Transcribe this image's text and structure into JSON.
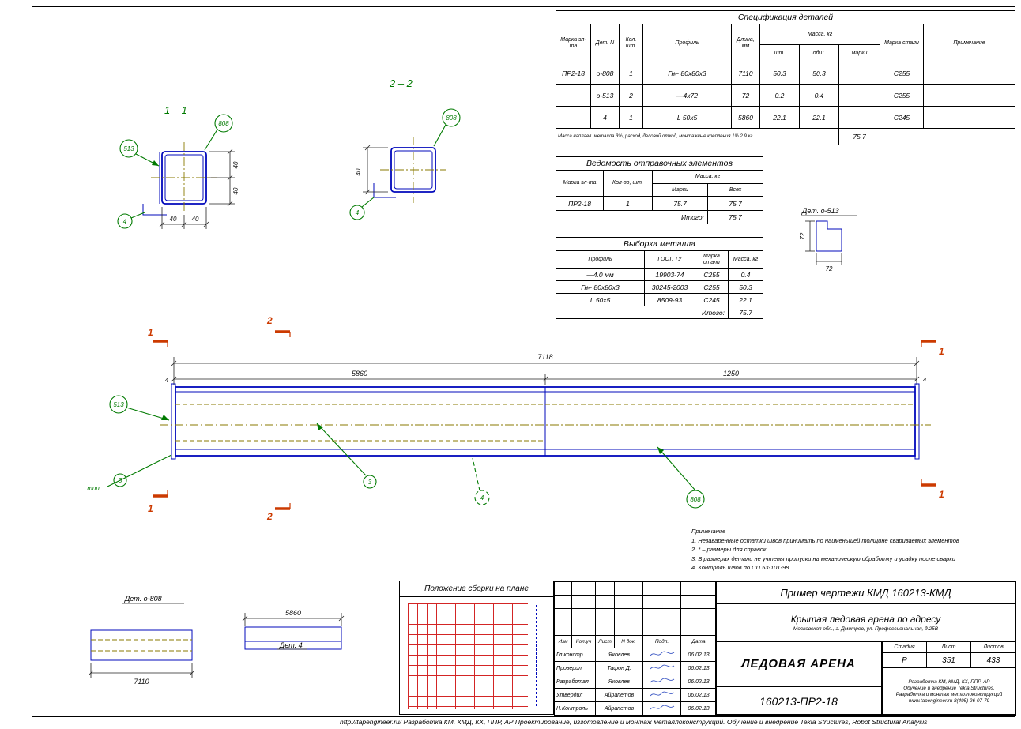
{
  "colors": {
    "line_blue": "#0008bb",
    "leader_green": "#007a00",
    "section_orange": "#cc3a00",
    "centerline_olive": "#8a7a00",
    "plan_grid_red": "#cc0000"
  },
  "footer_strip": "http://tapengineer.ru/   Разработка КМ, КМД, КХ, ППР, АР   Проектирование, изготовление и монтаж металлоконструкций.  Обучение и внедрение Tekla Structures, Robot Structural Analysis",
  "spec": {
    "title": "Спецификация деталей",
    "h": {
      "mark": "Марка эл-та",
      "det": "Дет. N",
      "qty": "Кол. шт.",
      "profile": "Профиль",
      "length": "Длина, мм",
      "mass": "Масса, кг",
      "pcs": "шт.",
      "total": "общ.",
      "marks": "марки",
      "steel": "Марка стали",
      "note": "Примечание"
    },
    "rows": [
      [
        "ПР2-18",
        "о-808",
        "1",
        "Гн⌐ 80х80х3",
        "7110",
        "50.3",
        "50.3",
        "",
        "С255",
        ""
      ],
      [
        "",
        "о-513",
        "2",
        "—4х72",
        "72",
        "0.2",
        "0.4",
        "",
        "С255",
        ""
      ],
      [
        "",
        "4",
        "1",
        "L 50х5",
        "5860",
        "22.1",
        "22.1",
        "",
        "С245",
        ""
      ]
    ],
    "footer_note": "Масса наплавл. металла 3%, расход, деловой отход, монтажные крепления 1%   2.9 кг",
    "footer_total": "75.7"
  },
  "shipping": {
    "title": "Ведомость отправочных элементов",
    "h": {
      "mark": "Марка эл-та",
      "qty": "Кол-во, шт.",
      "mass": "Масса, кг",
      "marks": "Марки",
      "all": "Всех"
    },
    "row": [
      "ПР2-18",
      "1",
      "75.7",
      "75.7"
    ],
    "total_label": "Итого:",
    "total_value": "75.7"
  },
  "metal": {
    "title": "Выборка металла",
    "h": {
      "profile": "Профиль",
      "gost": "ГОСТ, ТУ",
      "steel": "Марка стали",
      "mass": "Масса, кг"
    },
    "rows": [
      [
        "—4.0 мм",
        "19903-74",
        "С255",
        "0.4"
      ],
      [
        "Гн⌐ 80х80х3",
        "30245-2003",
        "С255",
        "50.3"
      ],
      [
        "L 50х5",
        "8509-93",
        "С245",
        "22.1"
      ]
    ],
    "total_label": "Итого:",
    "total_value": "75.7"
  },
  "s11": {
    "title": "1 – 1",
    "b808": "808",
    "b513": "513",
    "b4": "4",
    "dim40": "40"
  },
  "s22": {
    "title": "2 – 2",
    "b808": "808",
    "b4": "4",
    "dim40": "40"
  },
  "det513": {
    "label": "Дет. о-513",
    "dim_v": "72",
    "dim_h": "72"
  },
  "beam": {
    "dim_total": "7118",
    "dim_a": "5860",
    "dim_b": "1250",
    "dim_end": "4",
    "mark1": "1",
    "mark2": "2",
    "b513": "513",
    "b808": "808",
    "b4": "4",
    "weld_tip": "тип",
    "weld_num": "3"
  },
  "notes": {
    "title": "Примечание",
    "items": [
      "1. Незаваренные остатки швов принимать по наименьшей толщине свариваемых элементов",
      "2. * – размеры для справок",
      "3. В размерах детали не учтены припуски на механическую обработку и усадку после сварки",
      "4. Контроль швов по СП 53-101-98"
    ]
  },
  "det808": {
    "label": "Дет. о-808",
    "dim": "7110"
  },
  "det4": {
    "label": "Дет. 4",
    "dim": "5860"
  },
  "plan": {
    "title": "Положение сборки на плане"
  },
  "titleblock": {
    "doc_title": "Пример чертежи КМД  160213-КМД",
    "project": "Крытая ледовая арена по адресу",
    "address": "Московская обл., г. Дмитров, ул. Профессиональная, д.25В",
    "object_name": "ЛЕДОВАЯ АРЕНА",
    "doc_number": "160213-ПР2-18",
    "stage_label": "Стадия",
    "sheet_label": "Лист",
    "sheets_label": "Листов",
    "stage": "Р",
    "sheet": "351",
    "sheets": "433",
    "cols": [
      "Изм",
      "Кол.уч",
      "Лист",
      "N док.",
      "Подп.",
      "Дата"
    ],
    "sign_rows": [
      {
        "role": "Гл.констр.",
        "name": "Яковлев",
        "date": "06.02.13"
      },
      {
        "role": "Проверил",
        "name": "Тафон Д.",
        "date": "06.02.13"
      },
      {
        "role": "Разработал",
        "name": "Яковлев",
        "date": "06.02.13"
      },
      {
        "role": "Утвердил",
        "name": "Айрапетов",
        "date": "06.02.13"
      },
      {
        "role": "Н.Контроль",
        "name": "Айрапетов",
        "date": "06.02.13"
      }
    ],
    "company": [
      "Разработка КМ, КМД, КХ, ППР, АР",
      "Обучение и внедрение Tekla Structures.",
      "Разработка и монтаж металлоконструкций",
      "www.tapengineer.ru   8(495) 26-07-79"
    ]
  }
}
